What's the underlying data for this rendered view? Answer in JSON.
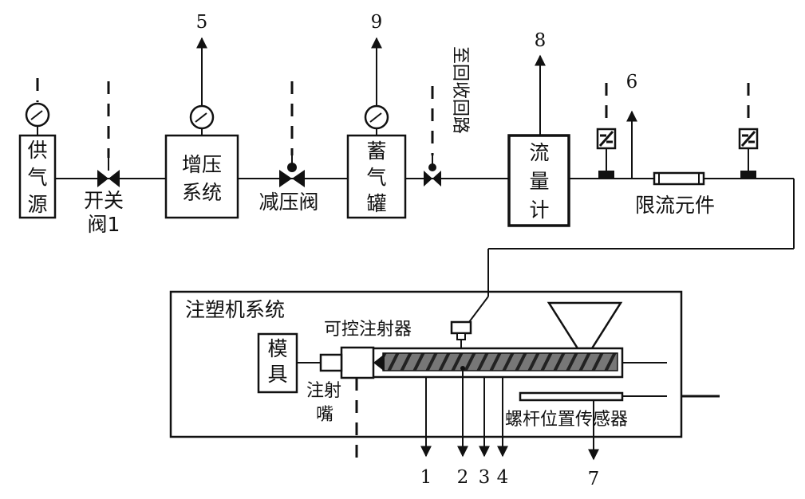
{
  "labels": {
    "supply": [
      "供",
      "气",
      "源"
    ],
    "switch_valve": [
      "开关",
      "阀1"
    ],
    "booster": [
      "增压",
      "系统"
    ],
    "reducing_valve": "减压阀",
    "tank": [
      "蓄",
      "气",
      "罐"
    ],
    "recovery": "至回收回路",
    "flowmeter": [
      "流",
      "量",
      "计"
    ],
    "restrictor": "限流元件",
    "machine": "注塑机系统",
    "injector": "可控注射器",
    "mold": [
      "模",
      "具"
    ],
    "nozzle": [
      "注射",
      "嘴"
    ],
    "screw_sensor": "螺杆位置传感器"
  },
  "numbers": {
    "n5": "5",
    "n9": "9",
    "n8": "8",
    "n6": "6",
    "n1": "1",
    "n2": "2",
    "n3": "3",
    "n4": "4",
    "n7": "7"
  },
  "colors": {
    "line": "#111111",
    "screw_fill": "#555555",
    "background": "#ffffff"
  }
}
